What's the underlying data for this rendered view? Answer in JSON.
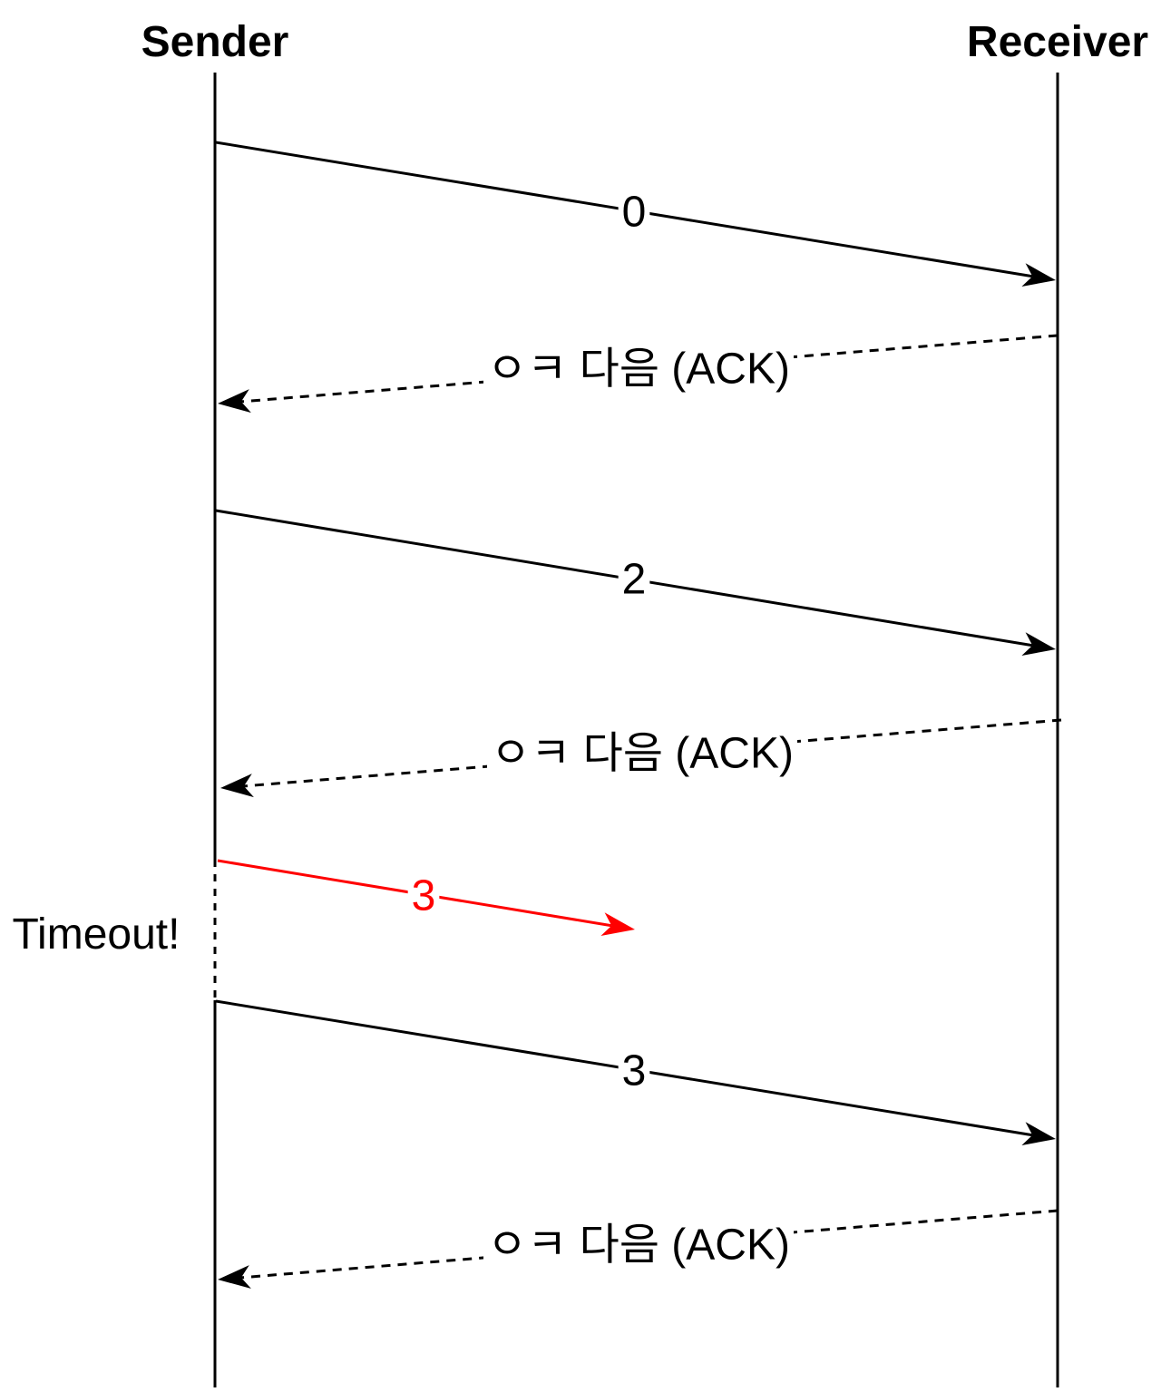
{
  "actors": {
    "sender": "Sender",
    "receiver": "Receiver"
  },
  "messages": [
    {
      "label": "0",
      "direction": "to-receiver",
      "style": "solid",
      "color": "#000000"
    },
    {
      "label": "ㅇㅋ 다음 (ACK)",
      "direction": "to-sender",
      "style": "dashed",
      "color": "#000000"
    },
    {
      "label": "2",
      "direction": "to-receiver",
      "style": "solid",
      "color": "#000000"
    },
    {
      "label": "ㅇㅋ 다음 (ACK)",
      "direction": "to-sender",
      "style": "dashed",
      "color": "#000000"
    },
    {
      "label": "3",
      "direction": "lost",
      "style": "solid",
      "color": "#ff0000"
    },
    {
      "label": "3",
      "direction": "to-receiver",
      "style": "solid",
      "color": "#000000"
    },
    {
      "label": "ㅇㅋ 다음 (ACK)",
      "direction": "to-sender",
      "style": "dashed",
      "color": "#000000"
    }
  ],
  "timeout_note": "Timeout!"
}
